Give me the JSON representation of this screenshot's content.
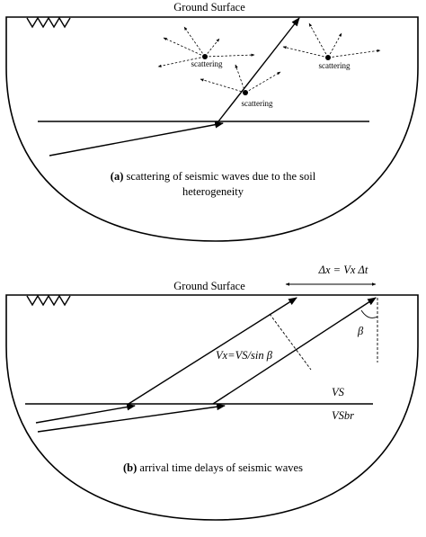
{
  "panel_a": {
    "ground_surface": "Ground Surface",
    "scattering_labels": [
      "scattering",
      "scattering",
      "scattering"
    ],
    "caption_tag": "(a)",
    "caption_line1": "scattering of seismic waves due to the soil",
    "caption_line2": "heterogeneity"
  },
  "panel_b": {
    "ground_surface": "Ground Surface",
    "delta_x_formula": "Δx = Vx Δt",
    "velocity_relation": "Vx=VS/sin β",
    "beta": "β",
    "vs_label": "VS",
    "vs_br_label": "VSbr",
    "caption_tag": "(b)",
    "caption_text": "arrival time delays of seismic waves"
  },
  "colors": {
    "stroke": "#000000",
    "background": "#ffffff"
  }
}
